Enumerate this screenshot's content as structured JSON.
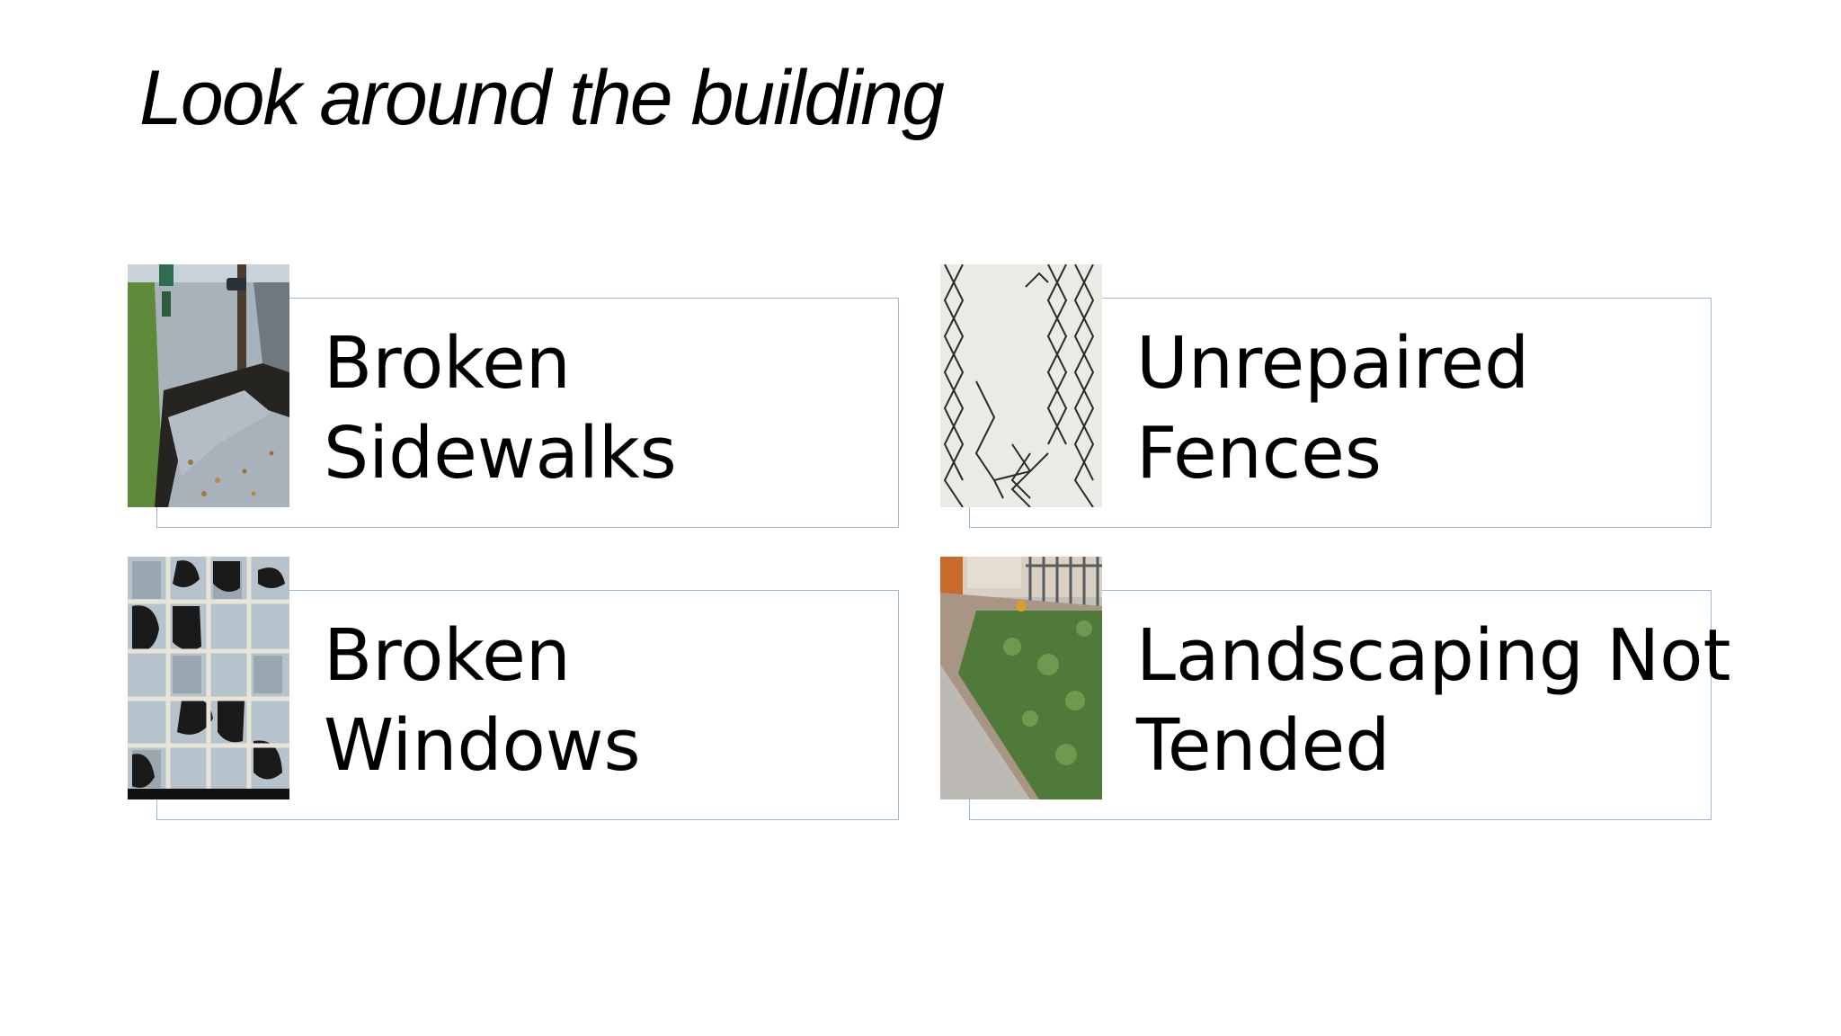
{
  "slide": {
    "title": "Look around the building",
    "items": [
      {
        "line1": "Broken",
        "line2": "Sidewalks",
        "image": "broken-sidewalk-photo"
      },
      {
        "line1": "Unrepaired",
        "line2": "Fences",
        "image": "broken-chain-link-fence-photo"
      },
      {
        "line1": "Broken",
        "line2": "Windows",
        "image": "broken-windows-photo"
      },
      {
        "line1": "Landscaping Not",
        "line2": "Tended",
        "image": "overgrown-landscaping-photo"
      }
    ]
  },
  "colors": {
    "background": "#ffffff",
    "text": "#000000",
    "card_border": "#9db8d6"
  }
}
